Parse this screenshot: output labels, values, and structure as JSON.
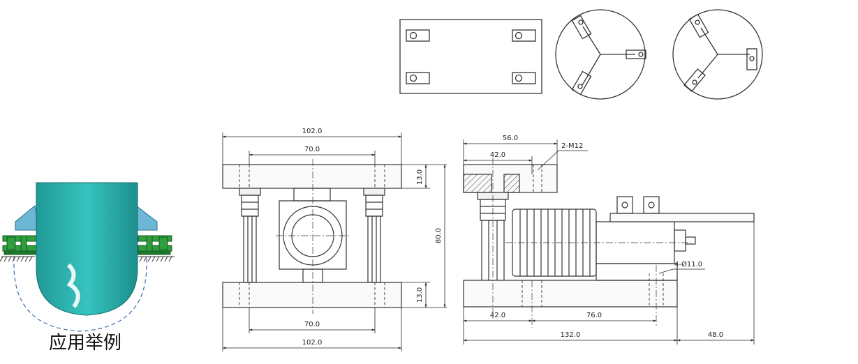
{
  "caption": "应用举例",
  "front_view": {
    "top_width": "102.0",
    "top_inner": "70.0",
    "top_plate_h": "13.0",
    "total_h": "80.0",
    "bottom_plate_h": "13.0",
    "bottom_inner": "70.0",
    "bottom_width": "102.0"
  },
  "side_view": {
    "top_width": "56.0",
    "top_inner": "42.0",
    "thread": "2-M12",
    "hole": "4-Ø11.0",
    "bottom_left": "42.0",
    "bottom_mid": "76.0",
    "total_len": "132.0",
    "overhang": "48.0"
  },
  "colors": {
    "vessel": "#2cb5b2",
    "vessel_dark": "#138f8c",
    "bracket": "#6cb7d6",
    "mount_green": "#2e9e3e",
    "line": "#333333"
  }
}
